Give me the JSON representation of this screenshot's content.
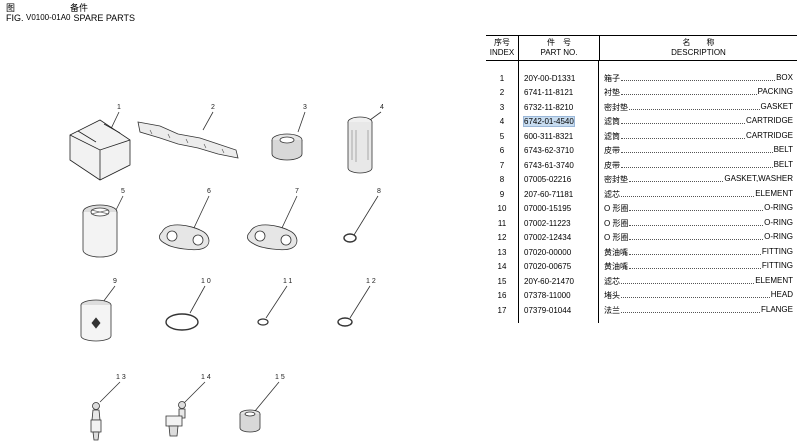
{
  "header": {
    "fig_cn": "图",
    "fig_en": "FIG.",
    "fig_code": "V0100-01A0",
    "title_cn": "备件",
    "title_en": "SPARE PARTS"
  },
  "table": {
    "col_index_cn": "序号",
    "col_index_en": "INDEX",
    "col_part_cn": "件　号",
    "col_part_en": "PART NO.",
    "col_desc_cn": "名　　称",
    "col_desc_en": "DESCRIPTION",
    "highlighted_row": 4,
    "rows": [
      {
        "index": "1",
        "part_no": "20Y-00-D1331",
        "cn": "箱子",
        "en": "BOX"
      },
      {
        "index": "2",
        "part_no": "6741-11-8121",
        "cn": "衬垫",
        "en": "PACKING"
      },
      {
        "index": "3",
        "part_no": "6732-11-8210",
        "cn": "密封垫",
        "en": "GASKET"
      },
      {
        "index": "4",
        "part_no": "6742-01-4540",
        "cn": "滤筒",
        "en": "CARTRIDGE"
      },
      {
        "index": "5",
        "part_no": "600-311-8321",
        "cn": "滤筒",
        "en": "CARTRIDGE"
      },
      {
        "index": "6",
        "part_no": "6743-62-3710",
        "cn": "皮带",
        "en": "BELT"
      },
      {
        "index": "7",
        "part_no": "6743-61-3740",
        "cn": "皮带",
        "en": "BELT"
      },
      {
        "index": "8",
        "part_no": "07005-02216",
        "cn": "密封垫",
        "en": "GASKET,WASHER"
      },
      {
        "index": "9",
        "part_no": "207-60-71181",
        "cn": "滤芯",
        "en": "ELEMENT"
      },
      {
        "index": "10",
        "part_no": "07000-15195",
        "cn": "O 形圈",
        "en": "O-RING"
      },
      {
        "index": "11",
        "part_no": "07002-11223",
        "cn": "O 形圈",
        "en": "O-RING"
      },
      {
        "index": "12",
        "part_no": "07002-12434",
        "cn": "O 形圈",
        "en": "O-RING"
      },
      {
        "index": "13",
        "part_no": "07020-00000",
        "cn": "黄油嘴",
        "en": "FITTING"
      },
      {
        "index": "14",
        "part_no": "07020-00675",
        "cn": "黄油嘴",
        "en": "FITTING"
      },
      {
        "index": "15",
        "part_no": "20Y-60-21470",
        "cn": "滤芯",
        "en": "ELEMENT"
      },
      {
        "index": "16",
        "part_no": "07378-11000",
        "cn": "堵头",
        "en": "HEAD"
      },
      {
        "index": "17",
        "part_no": "07379-01044",
        "cn": "法兰",
        "en": "FLANGE"
      }
    ]
  },
  "figure": {
    "callouts": [
      "1",
      "2",
      "3",
      "4",
      "5",
      "6",
      "7",
      "8",
      "9",
      "10",
      "11",
      "12",
      "13",
      "14",
      "15"
    ]
  }
}
